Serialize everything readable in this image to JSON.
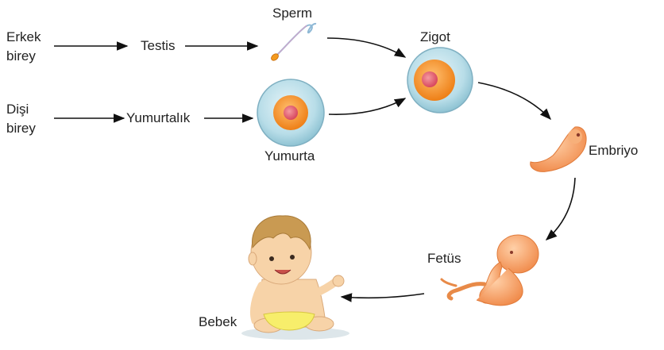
{
  "labels": {
    "male_individual": [
      "Erkek",
      "birey"
    ],
    "female_individual": [
      "Dişi",
      "birey"
    ],
    "testis": "Testis",
    "ovary": "Yumurtalık",
    "sperm": "Sperm",
    "egg": "Yumurta",
    "zygote": "Zigot",
    "embryo": "Embriyo",
    "fetus": "Fetüs",
    "baby": "Bebek"
  },
  "colors": {
    "arrow": "#111111",
    "cell_membrane": "#7fb8c9",
    "cell_fill": "#b8dde8",
    "cytoplasm": "#f28c1e",
    "nucleus": "#e0566a",
    "embryo_skin": "#f6a76a",
    "baby_skin": "#f7d3a8",
    "baby_hair": "#c99a52",
    "diaper": "#f7ee6b"
  }
}
